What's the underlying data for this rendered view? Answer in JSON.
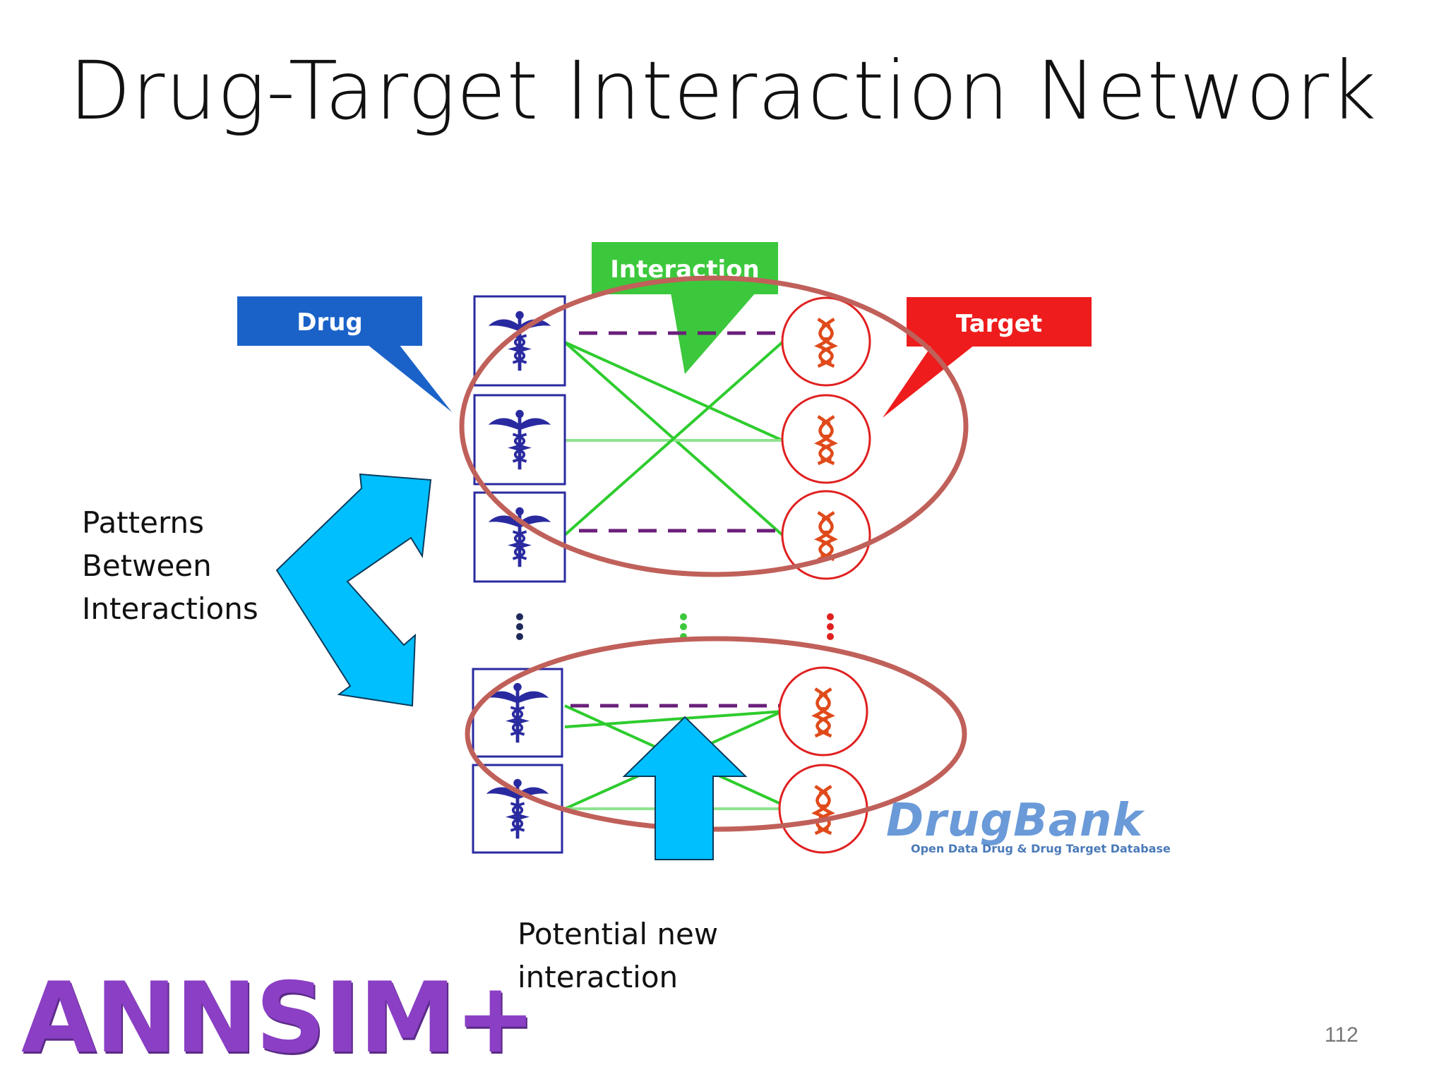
{
  "slide": {
    "title": "Drug-Target Interaction Network",
    "page_number": "112"
  },
  "diagram": {
    "callouts": {
      "drug": "Drug",
      "interaction": "Interaction",
      "target": "Target"
    },
    "left_annotation": [
      "Patterns",
      "Between",
      "Interactions"
    ],
    "bottom_annotation": [
      "Potential new",
      "interaction"
    ],
    "drugbank": {
      "name": "DrugBank",
      "tagline": "Open Data Drug & Drug Target Database"
    },
    "colors": {
      "drug_callout": "#1a62c8",
      "interaction_callout": "#3cc83c",
      "target_callout": "#ee1c1c",
      "drug_icon": "#2a2aa0",
      "target_icon": "#e04a1a",
      "known_edge": "#2ecc2e",
      "dashed_edge": "#6a1f7a",
      "ellipse": "#c0605a",
      "arrow": "#00bfff"
    }
  },
  "logo": {
    "text": "ANNSIM+",
    "color": "#8a3fc4"
  }
}
